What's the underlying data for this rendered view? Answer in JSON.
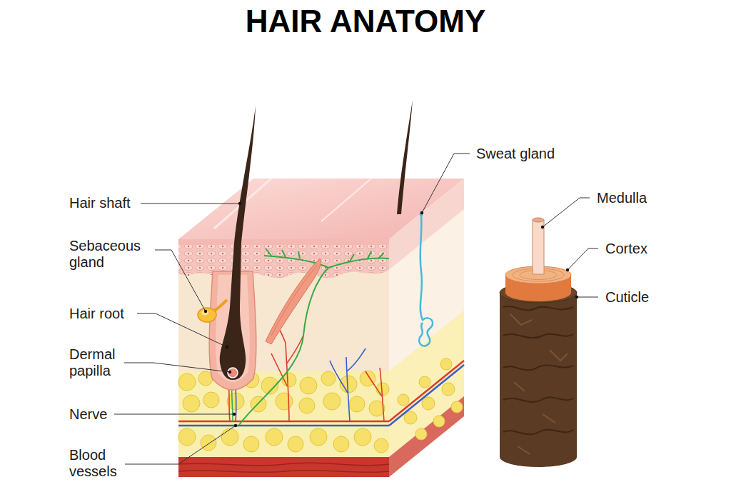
{
  "diagram": {
    "title": "HAIR ANATOMY",
    "labels": [
      "Hair shaft",
      "Sebaceous gland",
      "Hair root",
      "Dermal papilla",
      "Nerve",
      "Blood vessels",
      "Sweat gland",
      "Medulla",
      "Cortex",
      "Cuticle"
    ]
  }
}
